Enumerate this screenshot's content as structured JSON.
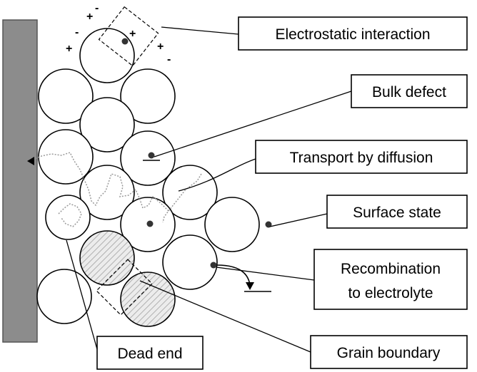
{
  "labels": {
    "electrostatic": "Electrostatic interaction",
    "bulk_defect": "Bulk defect",
    "transport": "Transport by diffusion",
    "surface_state": "Surface state",
    "recombination_line1": "Recombination",
    "recombination_line2": "to electrolyte",
    "dead_end": "Dead end",
    "grain_boundary": "Grain boundary"
  },
  "charges": {
    "plus": "+",
    "minus": "-"
  },
  "colors": {
    "electrode": "#8c8c8c",
    "stroke": "#000000",
    "hatch": "#bdbdbd",
    "diffusion_path": "#9a9a9a"
  }
}
